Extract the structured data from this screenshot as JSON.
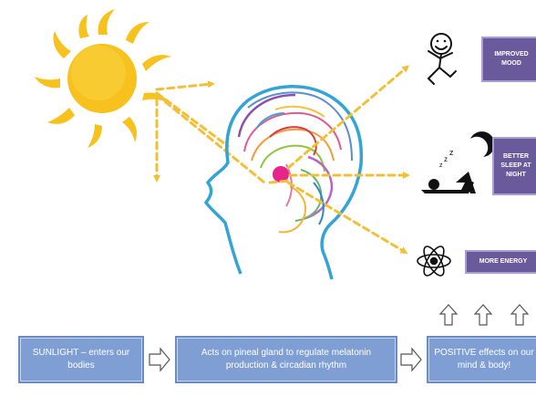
{
  "outcomes": [
    {
      "label": "IMPROVED MOOD",
      "icon": "happy-person-icon"
    },
    {
      "label": "BETTER SLEEP AT NIGHT",
      "icon": "sleeping-person-icon"
    },
    {
      "label": "MORE ENERGY",
      "icon": "atom-icon"
    }
  ],
  "flow": {
    "step1": "SUNLIGHT – enters our bodies",
    "step2": "Acts on pineal gland to regulate melatonin production & circadian rhythm",
    "step3": "POSITIVE effects on our mind & body!"
  },
  "colors": {
    "sun": "#f7c21e",
    "arrow_dashed": "#f2c037",
    "head_outline": "#34a3d6",
    "pineal_gland": "#e8238b",
    "outcome_box": "#6a5a9c",
    "flow_box": "#7f9fd4"
  }
}
